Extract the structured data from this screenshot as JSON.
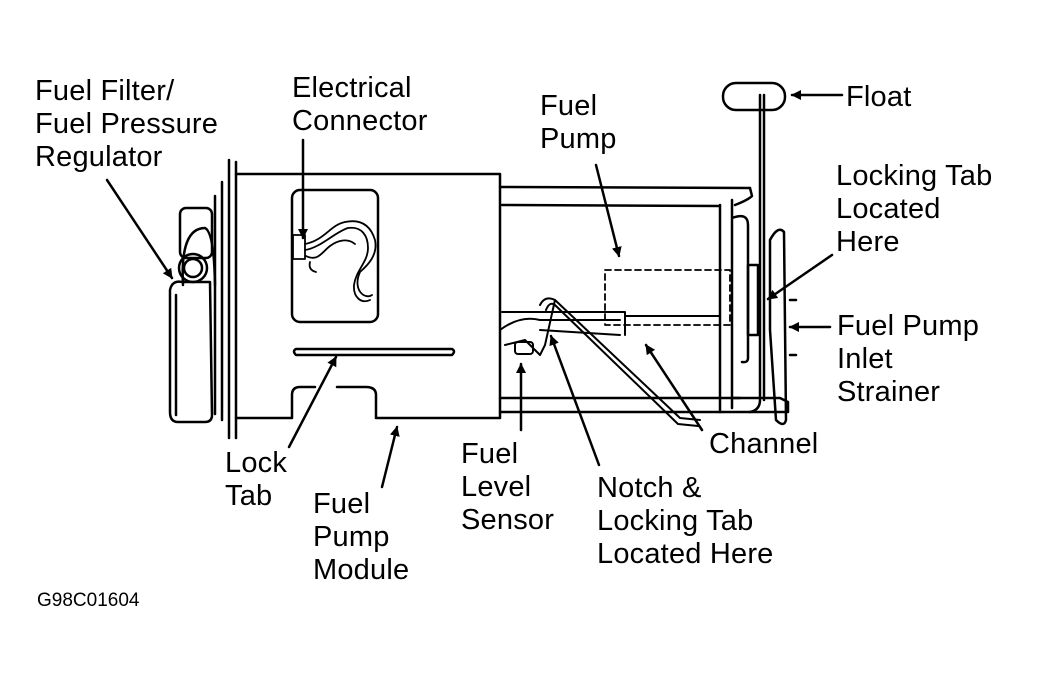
{
  "diagram": {
    "title": "Fuel Pump Module Components",
    "figure_id": "G98C01604",
    "labels": {
      "fuel_filter": "Fuel Filter/\nFuel Pressure\nRegulator",
      "electrical_connector": "Electrical\nConnector",
      "fuel_pump": "Fuel\nPump",
      "float": "Float",
      "locking_tab_here": "Locking Tab\nLocated\nHere",
      "fuel_pump_inlet_strainer": "Fuel Pump\nInlet\nStrainer",
      "channel": "Channel",
      "lock_tab": "Lock\nTab",
      "fuel_pump_module": "Fuel\nPump\nModule",
      "fuel_level_sensor": "Fuel\nLevel\nSensor",
      "notch_locking_tab": "Notch &\nLocking Tab\nLocated Here"
    },
    "colors": {
      "ink": "#000000",
      "paper": "#ffffff"
    }
  }
}
